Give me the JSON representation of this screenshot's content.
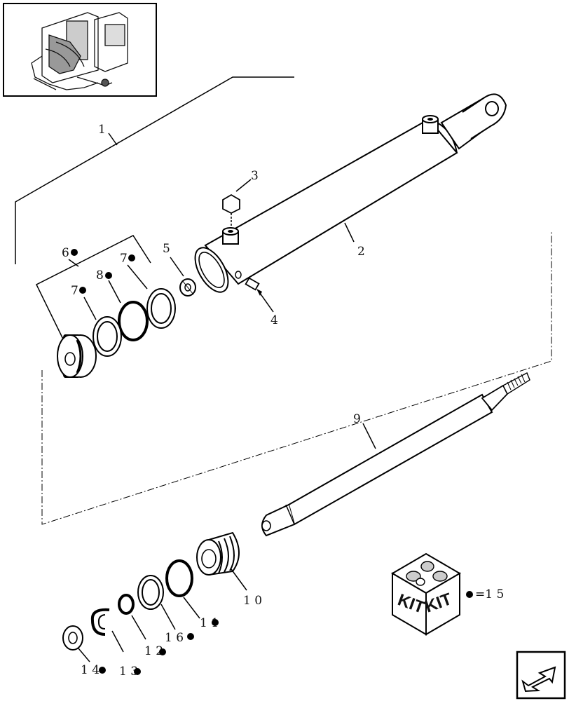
{
  "callouts": {
    "c1": "1",
    "c2": "2",
    "c3": "3",
    "c4": "4",
    "c5": "5",
    "c6": "6",
    "c7a": "7",
    "c7b": "7",
    "c8": "8",
    "c9": "9",
    "c10": "1 0",
    "c11": "1 1",
    "c12": "1 2",
    "c13": "1 3",
    "c14": "1 4",
    "c16": "1 6"
  },
  "kit": {
    "label_left": "KIT",
    "label_right": "KIT",
    "legend": "=1 5"
  }
}
